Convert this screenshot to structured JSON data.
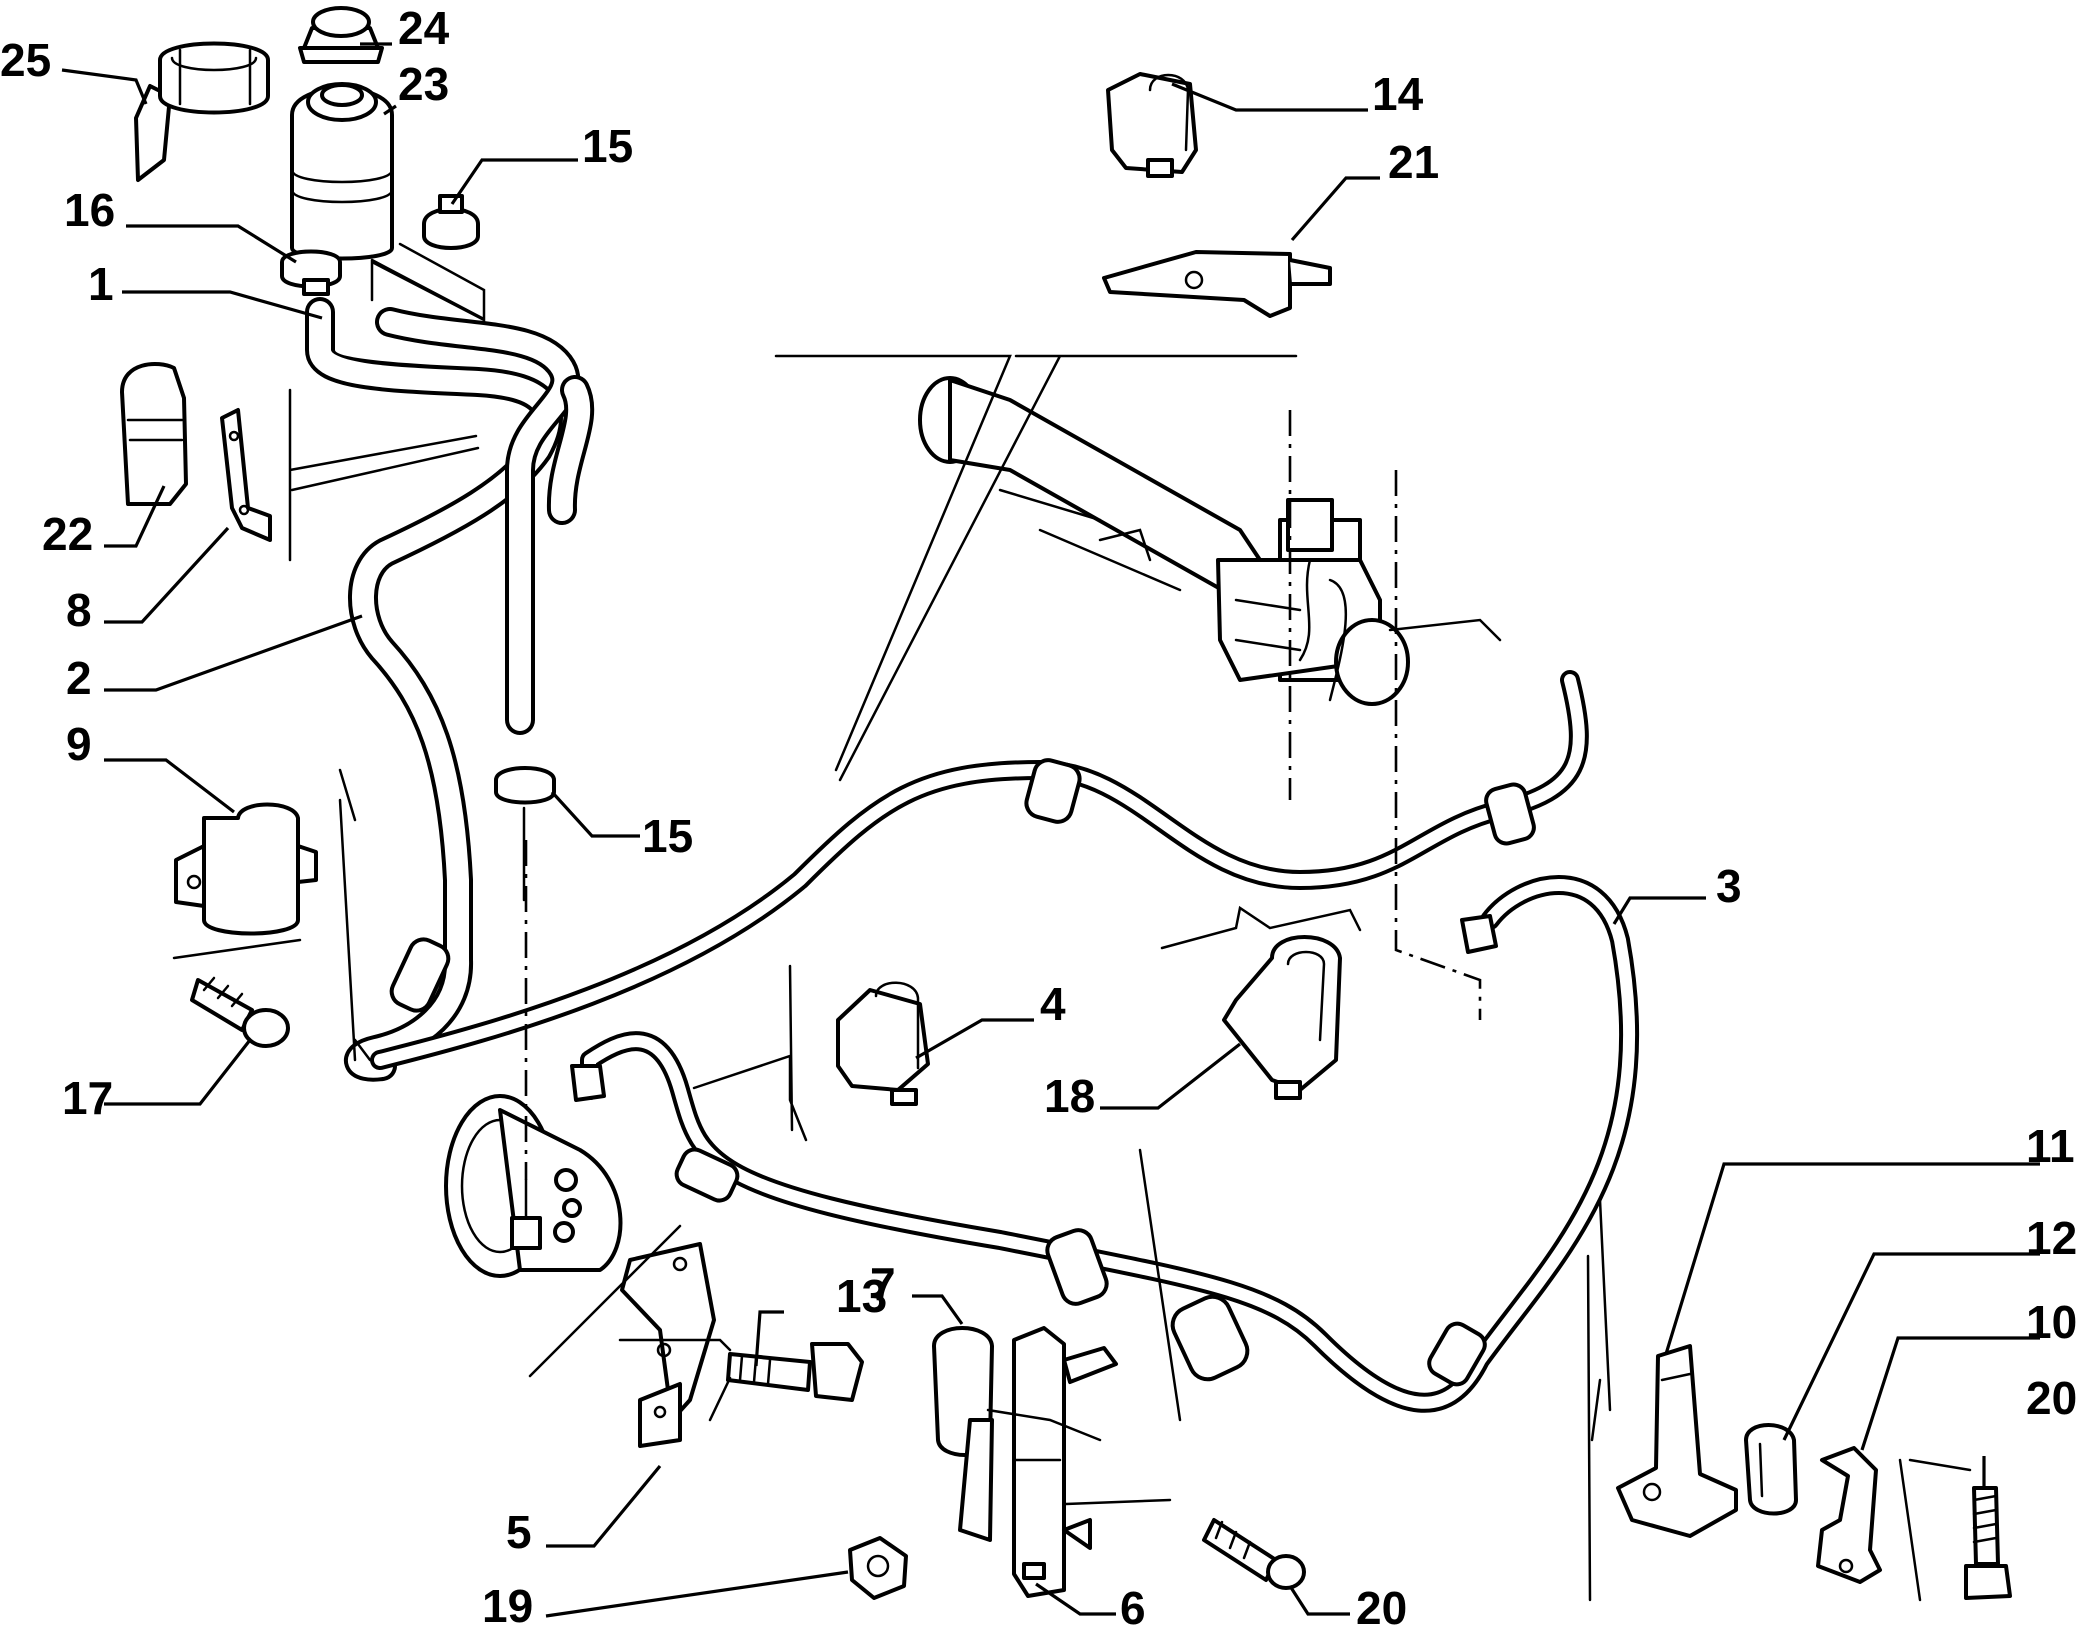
{
  "labels": [
    "25",
    "24",
    "23",
    "15",
    "16",
    "1",
    "22",
    "8",
    "2",
    "9",
    "17",
    "14",
    "21",
    "15",
    "3",
    "4",
    "18",
    "11",
    "12",
    "10",
    "20",
    "13",
    "7",
    "5",
    "19",
    "6",
    "20"
  ]
}
